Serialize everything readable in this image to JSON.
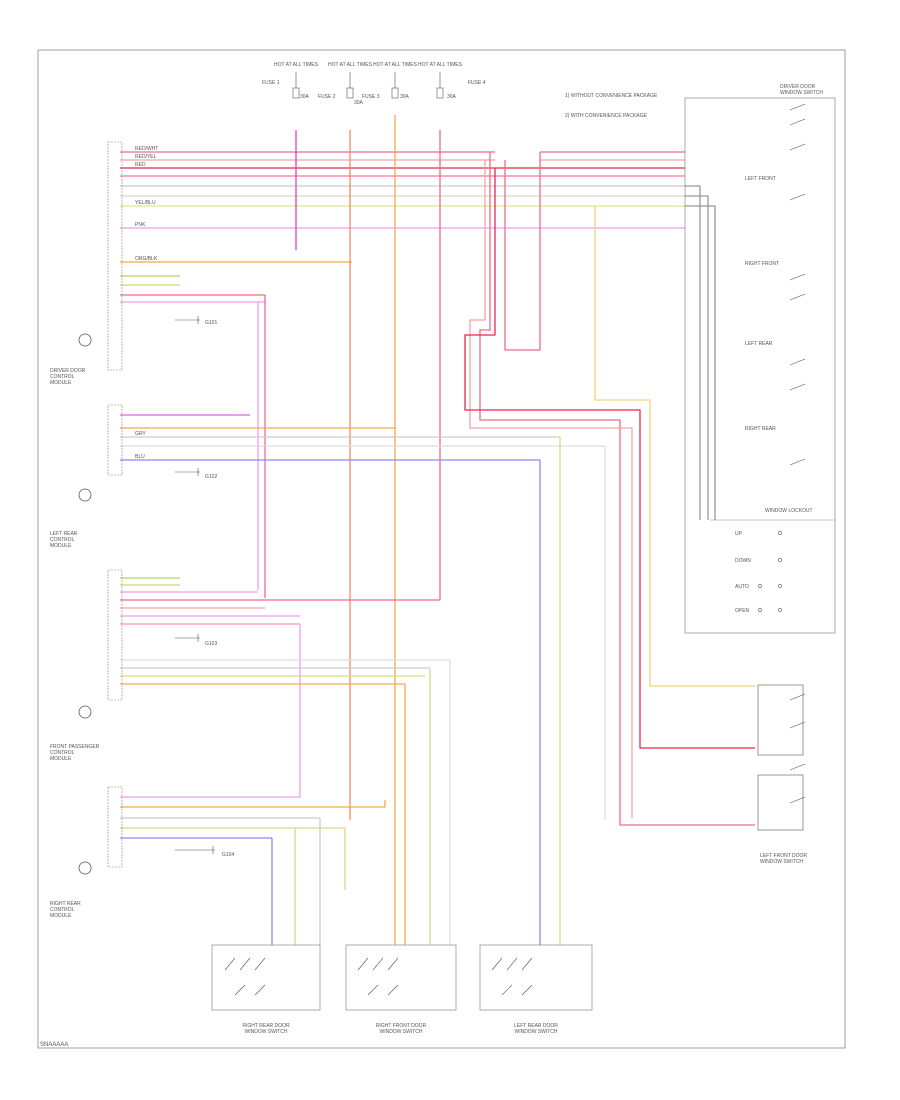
{
  "diagram": {
    "footer_code": "SNAAAAA",
    "fuse_top": [
      "HOT AT ALL TIMES",
      "HOT AT ALL TIMES",
      "HOT AT ALL TIMES",
      "HOT AT ALL TIMES"
    ],
    "fuse_small": [
      "FUSE 1",
      "FUSE 2",
      "FUSE 3",
      "FUSE 4"
    ],
    "fuse_amps": [
      "30A",
      "30A",
      "30A",
      "30A"
    ],
    "top_right_notes": [
      "1) WITHOUT CONVENIENCE PACKAGE",
      "2) WITH CONVENIENCE PACKAGE"
    ],
    "control_modules": [
      {
        "name": "DRIVER DOOR",
        "sub": "CONTROL",
        "sub2": "MODULE"
      },
      {
        "name": "LEFT REAR",
        "sub": "CONTROL",
        "sub2": "MODULE"
      },
      {
        "name": "FRONT PASSENGER",
        "sub": "CONTROL",
        "sub2": "MODULE"
      },
      {
        "name": "RIGHT REAR",
        "sub": "CONTROL",
        "sub2": "MODULE"
      }
    ],
    "ground_labels": [
      "G101",
      "G102",
      "G103",
      "G104"
    ],
    "master_switch": {
      "title": "DRIVER DOOR",
      "sub": "WINDOW SWITCH",
      "sections": [
        "LEFT FRONT",
        "RIGHT FRONT",
        "LEFT REAR",
        "RIGHT REAR"
      ],
      "lock_label": "WINDOW LOCKOUT",
      "rows": [
        "UP",
        "DOWN",
        "AUTO",
        "OPEN"
      ]
    },
    "lf_switch_label": [
      "LEFT FRONT DOOR",
      "WINDOW SWITCH"
    ],
    "bottom_switches": [
      {
        "line1": "RIGHT REAR DOOR",
        "line2": "WINDOW SWITCH"
      },
      {
        "line1": "RIGHT FRONT DOOR",
        "line2": "WINDOW SWITCH"
      },
      {
        "line1": "LEFT REAR DOOR",
        "line2": "WINDOW SWITCH"
      }
    ],
    "wire_tags": [
      "RED/WHT",
      "RED/YEL",
      "RED",
      "YEL/BLU",
      "ORG/BLK",
      "PNK",
      "BLU",
      "GRY"
    ]
  }
}
